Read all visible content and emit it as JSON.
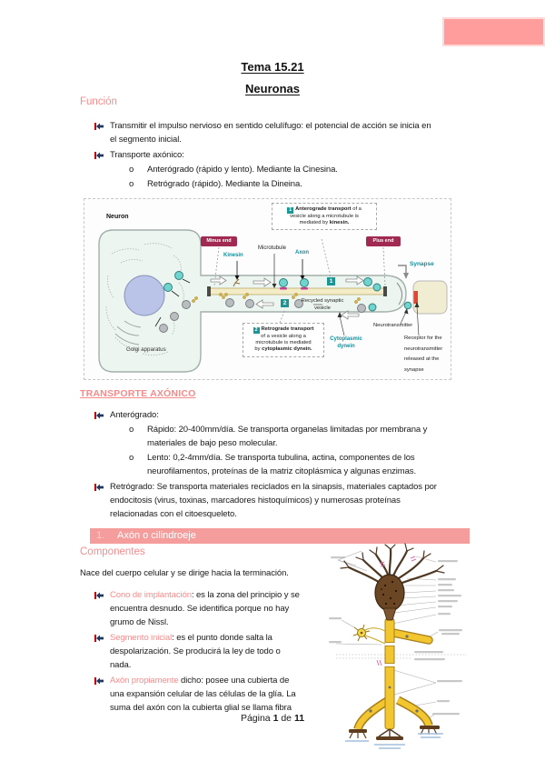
{
  "page": {
    "title_line1": "Tema 15.21",
    "title_line2": "Neuronas",
    "footer_prefix": "Página ",
    "footer_page": "1",
    "footer_mid": " de ",
    "footer_total": "11"
  },
  "lists": {
    "circle_marker": "o"
  },
  "funcion": {
    "heading": "Función",
    "b1_lines": [
      "Transmitir el impulso nervioso en sentido celulífugo: el potencial de acción se inicia en",
      "el segmento inicial."
    ],
    "b2": "Transporte axónico:",
    "o1": "Anterógrado (rápido y lento). Mediante la Cinesina.",
    "o2": "Retrógrado (rápido). Mediante la Dineina."
  },
  "transporte": {
    "heading": "TRANSPORTE AXÓNICO",
    "b1": "Anterógrado:",
    "o1_lines": [
      "Rápido: 20-400mm/día. Se transporta organelas limitadas por membrana y",
      "materiales de bajo peso molecular."
    ],
    "o2_lines": [
      "Lento: 0,2-4mm/día. Se transporta tubulina, actina, componentes de los",
      "neurofilamentos, proteínas de la matriz citoplásmica y algunas enzimas."
    ],
    "b2_lines": [
      "Retrógrado: Se transporta materiales reciclados en la sinapsis, materiales captados por",
      "endocitosis (virus, toxinas, marcadores histoquímicos) y numerosas proteínas",
      "relacionadas con el citoesqueleto."
    ]
  },
  "banner": {
    "number": "1.",
    "text": "Axón o cilindroeje"
  },
  "componentes": {
    "heading": "Componentes",
    "intro": "Nace del cuerpo celular y se dirige hacia la terminación.",
    "items": [
      {
        "keyword": "Cono de implantación",
        "line1_rest": ": es la zona del principio y se",
        "line2": "encuentra desnudo. Se identifica porque no hay",
        "line3": "grumo de Nissl."
      },
      {
        "keyword": "Segmento inicial",
        "line1_rest": ": es el punto donde salta la",
        "line2": "despolarización. Se producirá la ley de todo o",
        "line3": "nada."
      },
      {
        "keyword": "Axón propiamente",
        "line1_rest": " dicho: posee una cubierta de",
        "line2": "una expansión celular de las células de la glía. La",
        "line3": "suma del axón con la cubierta glial se llama fibra"
      }
    ]
  },
  "diagram1": {
    "neuron": "Neuron",
    "golgi": "Golgi apparatus",
    "minus_end": "Minus end",
    "plus_end": "Plus end",
    "kinesin": "Kinesin",
    "microtubule": "Microtubule",
    "axon": "Axon",
    "synapse": "Synapse",
    "chip1": "1",
    "chip2": "2",
    "box1": {
      "num": "1",
      "bold1": "Anterograde transport",
      "rest1": " of a",
      "line2": "vesicle along a microtubule is",
      "pre3": "mediated by ",
      "bold3": "kinesin."
    },
    "box2": {
      "num": "2",
      "bold1": "Retrograde transport",
      "line2": "of a vesicle along a",
      "line3": "microtubule is mediated",
      "pre4": "by ",
      "bold4": "cytoplasmic dynein."
    },
    "recycled_lines": [
      "Recycled synaptic",
      "vesicle"
    ],
    "cyto_lines": [
      "Cytoplasmic",
      "dynein"
    ],
    "neurotransmitter": "Neurotransmitter",
    "receptor_lines": [
      "Receptor for the",
      "neurotransmitter",
      "released at the",
      "synapse"
    ]
  },
  "colors": {
    "heading_pink": "#f78b8b",
    "banner_bg": "#f59c9c",
    "redaction_pink": "#ff9c9c",
    "bullet_navy": "#1f3864",
    "bullet_red": "#c00000",
    "diagram_teal": "#0f8f9e",
    "badge_maroon": "#a02a52",
    "axon_yellow": "#f1c62f",
    "soma_brown": "#6a4624",
    "nucleus_blue": "#b9c4e8",
    "synapse_cream": "#f0edd2",
    "receptor_red": "#e8432e"
  }
}
